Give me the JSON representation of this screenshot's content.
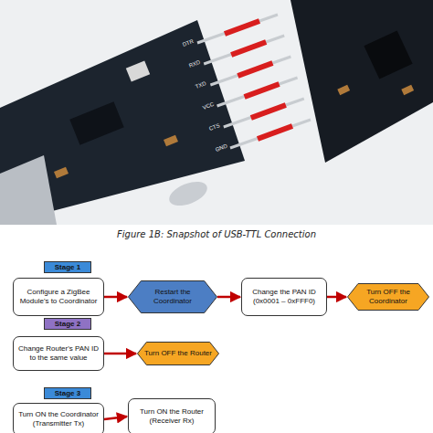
{
  "diagram": {
    "caption": "Figure 1B: Snapshot of USB-TTL Connection",
    "nodes": [
      {
        "text": [
          "Stage 1"
        ]
      },
      {
        "text": [
          "Configure a ZigBee Module's to Coordinator"
        ]
      },
      {
        "text": [
          "Restart the Coordinator"
        ]
      },
      {
        "text": [
          "Change the PAN ID (0x0001 – 0xFFF0)"
        ]
      },
      {
        "text": [
          "Turn OFF the Coordinator"
        ]
      },
      {
        "text": [
          "Stage 2"
        ]
      },
      {
        "text": [
          "Change Router's PAN ID to the same value"
        ]
      },
      {
        "text": [
          "Turn OFF the Router"
        ]
      },
      {
        "text": [
          "Stage 3"
        ]
      },
      {
        "text": [
          "Turn ON the Coordinator (Transmitter Tx)"
        ]
      },
      {
        "text": [
          "Turn ON the Router (Receiver Rx)"
        ]
      }
    ],
    "edges": [
      {
        "from": 1,
        "to": 2,
        "arrow": "to"
      },
      {
        "from": 2,
        "to": 3,
        "arrow": "to"
      },
      {
        "from": 3,
        "to": 4,
        "arrow": "to"
      },
      {
        "from": 6,
        "to": 7,
        "arrow": "to"
      },
      {
        "from": 9,
        "to": 10,
        "arrow": "to"
      }
    ],
    "labels": [
      "DTR",
      "RXD",
      "TXD",
      "VCC",
      "CTS",
      "GND"
    ]
  }
}
